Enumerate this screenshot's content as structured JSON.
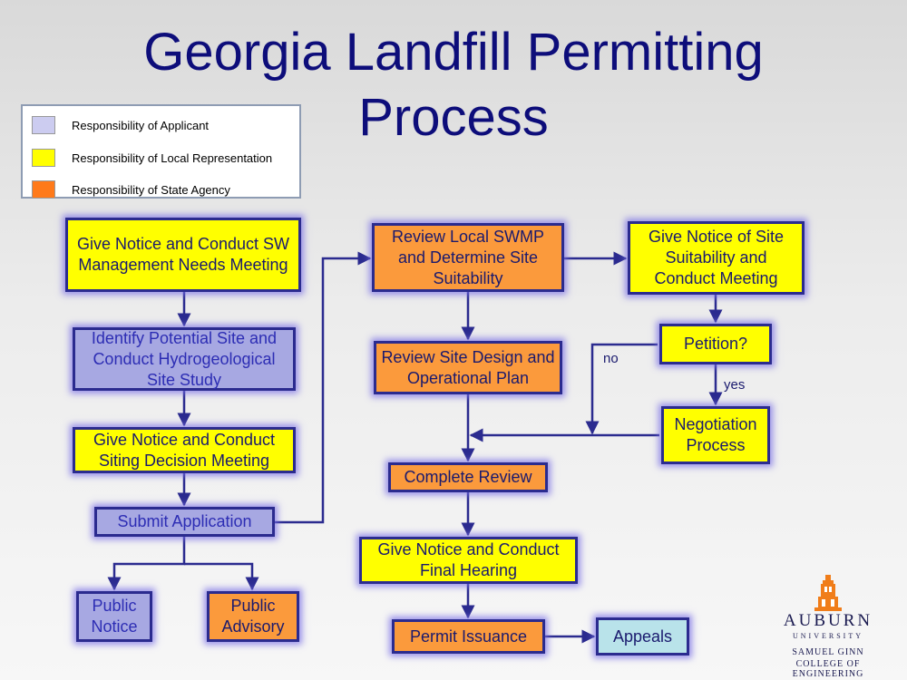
{
  "title": {
    "line1": "Georgia Landfill Permitting",
    "line2": "Process"
  },
  "legend": {
    "items": [
      {
        "label": "Responsibility of Applicant",
        "color": "#ccccf0"
      },
      {
        "label": "Responsibility of Local Representation",
        "color": "#ffff00"
      },
      {
        "label": "Responsibility of State Agency",
        "color": "#ff7a1a"
      }
    ]
  },
  "steps": {
    "give_notice_sw": "Give Notice and Conduct SW Management Needs Meeting",
    "identify_site": "Identify Potential Site and Conduct Hydrogeological Site Study",
    "siting_decision": "Give Notice and Conduct Siting Decision Meeting",
    "submit_application": "Submit Application",
    "public_notice": "Public Notice",
    "public_advisory": "Public Advisory",
    "review_swmp": "Review Local SWMP and Determine Site Suitability",
    "review_design": "Review Site Design and Operational Plan",
    "complete_review": "Complete Review",
    "final_hearing": "Give Notice and Conduct Final Hearing",
    "permit_issuance": "Permit Issuance",
    "appeals": "Appeals",
    "give_notice_suitability": "Give Notice of Site Suitability and Conduct Meeting",
    "petition": "Petition?",
    "negotiation": "Negotiation Process"
  },
  "decision_labels": {
    "no": "no",
    "yes": "yes"
  },
  "logo": {
    "name": "AUBURN",
    "sub": "UNIVERSITY",
    "college_line1": "SAMUEL GINN",
    "college_line2": "COLLEGE OF ENGINEERING"
  },
  "colors": {
    "applicant": "#a7a8e2",
    "local": "#ffff00",
    "state": "#fb9a3c",
    "appeals": "#b9e3ea",
    "border": "#2b2b8f",
    "title": "#0d0d7a"
  }
}
